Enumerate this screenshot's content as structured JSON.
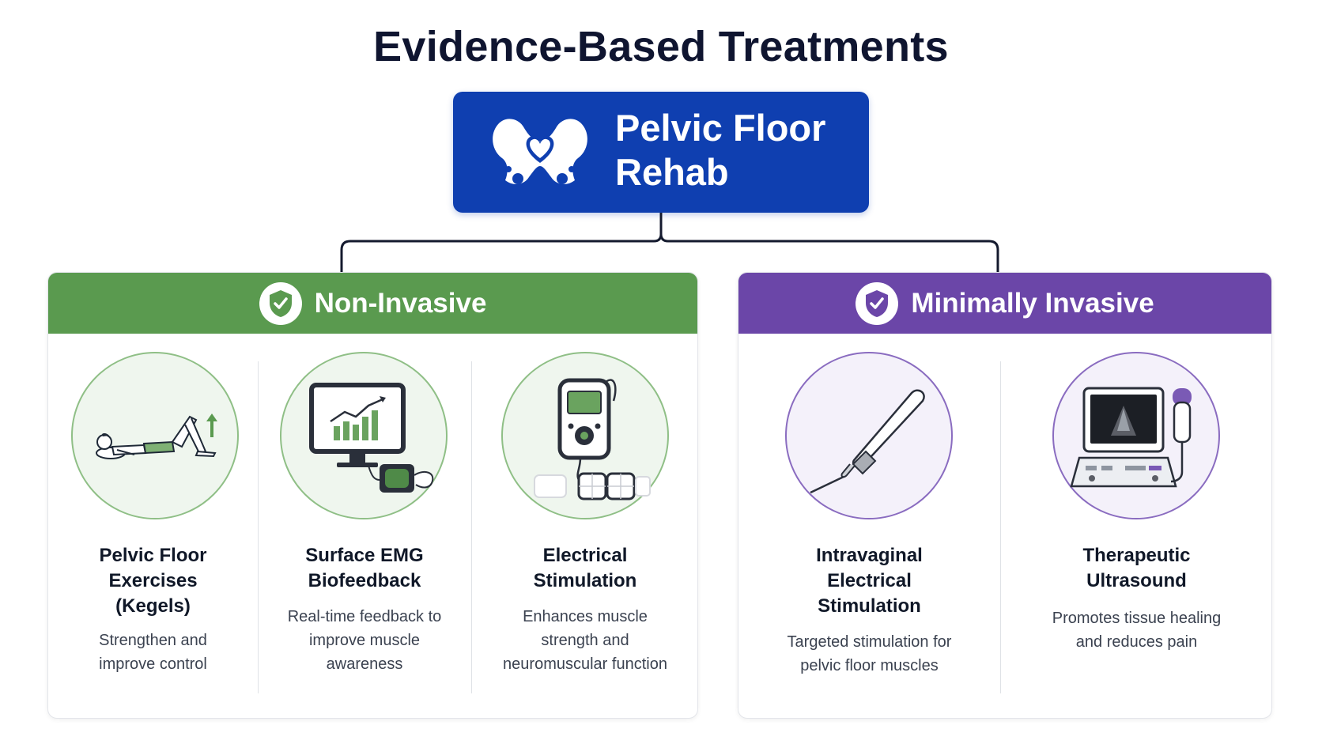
{
  "title": "Evidence-Based Treatments",
  "root": {
    "line1": "Pelvic Floor",
    "line2": "Rehab",
    "icon": "pelvis-heart-icon"
  },
  "colors": {
    "root": "#0f3fb0",
    "non_invasive": "#5a9a4f",
    "minimally_invasive": "#6b46a8"
  },
  "groups": [
    {
      "label": "Non-Invasive",
      "icon": "shield-check-icon",
      "items": [
        {
          "title": [
            "Pelvic Floor",
            "Exercises",
            "(Kegels)"
          ],
          "desc": [
            "Strengthen and",
            "improve control"
          ],
          "icon": "kegel-exercise-icon"
        },
        {
          "title": [
            "Surface EMG",
            "Biofeedback"
          ],
          "desc": [
            "Real-time feedback to",
            "improve muscle",
            "awareness"
          ],
          "icon": "monitor-chart-icon"
        },
        {
          "title": [
            "Electrical",
            "Stimulation"
          ],
          "desc": [
            "Enhances muscle",
            "strength and",
            "neuromuscular function"
          ],
          "icon": "stim-device-icon"
        }
      ]
    },
    {
      "label": "Minimally Invasive",
      "icon": "shield-check-icon",
      "items": [
        {
          "title": [
            "Intravaginal",
            "Electrical",
            "Stimulation"
          ],
          "desc": [
            "Targeted stimulation for",
            "pelvic floor muscles"
          ],
          "icon": "probe-icon"
        },
        {
          "title": [
            "Therapeutic",
            "Ultrasound"
          ],
          "desc": [
            "Promotes tissue healing",
            "and reduces pain"
          ],
          "icon": "ultrasound-machine-icon"
        }
      ]
    }
  ]
}
